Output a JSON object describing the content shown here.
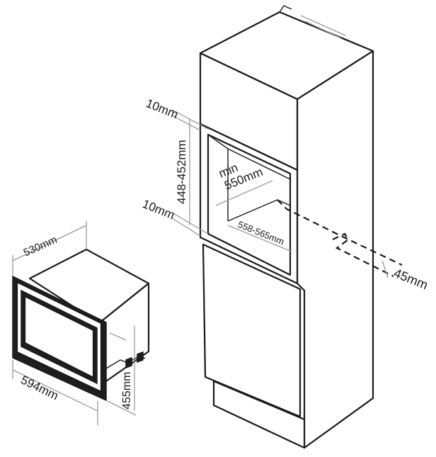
{
  "dimensions": {
    "gap_top": "10mm",
    "height_range": "448-452mm",
    "gap_bottom": "10mm",
    "min_label": "min",
    "min_width": "550mm",
    "niche_depth": "558-565mm",
    "vent_gap": "45mm",
    "appliance_depth": "530mm",
    "appliance_width": "594mm",
    "appliance_height": "455mm"
  },
  "colors": {
    "line": "#1a1a1a",
    "dimension_line": "#9a9a9a",
    "background": "#ffffff"
  }
}
